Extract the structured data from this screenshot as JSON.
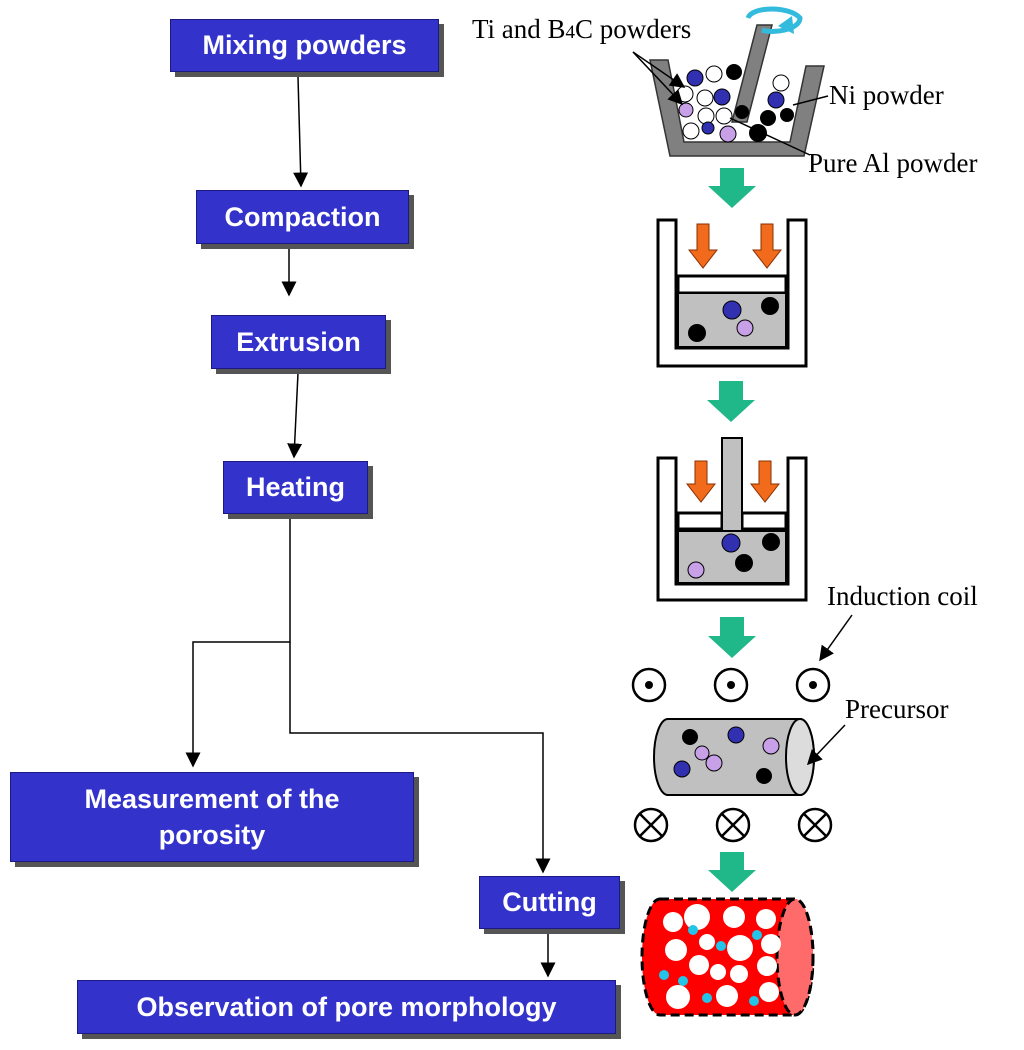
{
  "flow": {
    "mixing": "Mixing powders",
    "compaction": "Compaction",
    "extrusion": "Extrusion",
    "heating": "Heating",
    "measurement_line1": "Measurement of the",
    "measurement_line2": "porosity",
    "cutting": "Cutting",
    "observation": "Observation of  pore morphology"
  },
  "labels": {
    "ti_b4c_prefix": "Ti and B",
    "ti_b4c_sub": "4",
    "ti_b4c_suffix": "C powders",
    "ni": "Ni powder",
    "al": "Pure Al powder",
    "coil": "Induction coil",
    "precursor": "Precursor"
  },
  "colors": {
    "box_fill": "#3333cc",
    "arrow_green": "#20b889",
    "arrow_orange": "#f26b1d",
    "particle_blue": "#3030b0",
    "particle_violet": "#c8a0e8",
    "foam_red": "#ff0000",
    "pore_cyan": "#22c5e8"
  }
}
